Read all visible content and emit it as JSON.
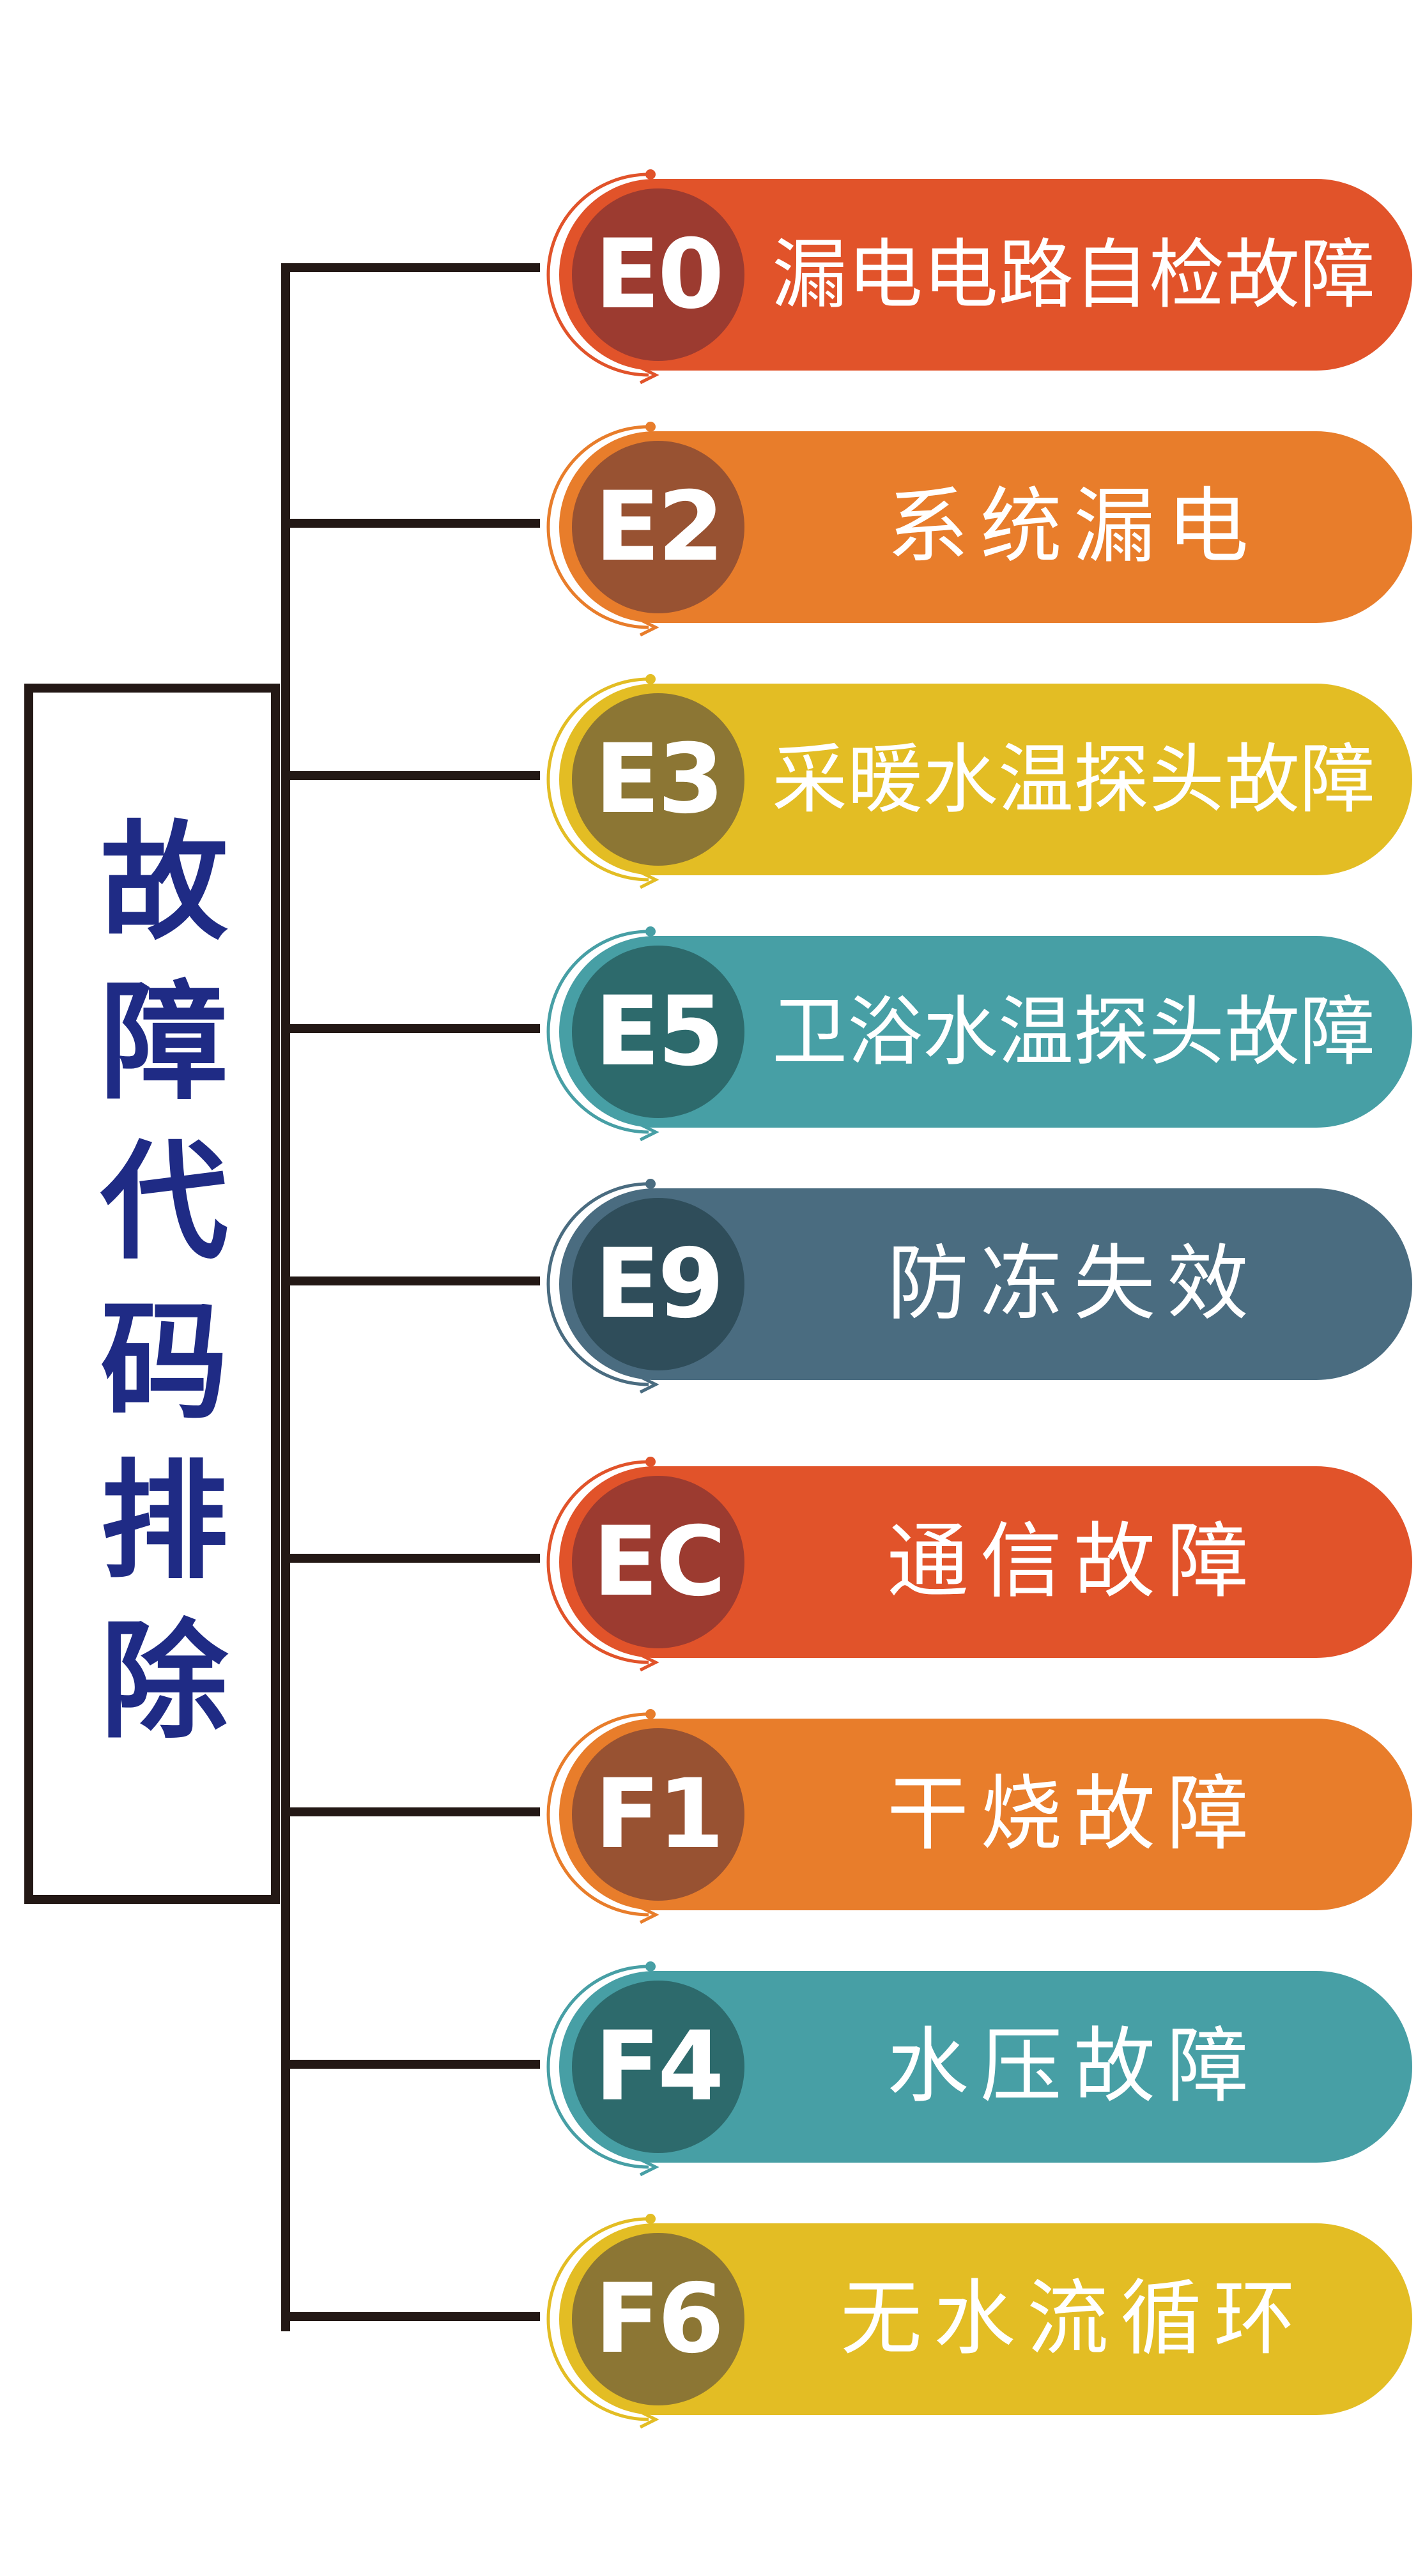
{
  "title": "故障代码排除",
  "rows": [
    {
      "code": "E0",
      "label": "漏电电路自检故障",
      "pill": "#e1532a",
      "circle": "#9c3b30",
      "accent": "#e1532a"
    },
    {
      "code": "E2",
      "label": "系统漏电",
      "pill": "#e87d2b",
      "circle": "#985232",
      "accent": "#e87d2b"
    },
    {
      "code": "E3",
      "label": "采暖水温探头故障",
      "pill": "#e3bd24",
      "circle": "#8c7634",
      "accent": "#e3bd24"
    },
    {
      "code": "E5",
      "label": "卫浴水温探头故障",
      "pill": "#479fa5",
      "circle": "#2d6a6c",
      "accent": "#479fa5"
    },
    {
      "code": "E9",
      "label": "防冻失效",
      "pill": "#4a6c80",
      "circle": "#2f4d5a",
      "accent": "#4a6c80"
    },
    {
      "code": "EC",
      "label": "通信故障",
      "pill": "#e1532a",
      "circle": "#9c3b30",
      "accent": "#e1532a"
    },
    {
      "code": "F1",
      "label": "干烧故障",
      "pill": "#e87d2b",
      "circle": "#985232",
      "accent": "#e87d2b"
    },
    {
      "code": "F4",
      "label": "水压故障",
      "pill": "#479fa5",
      "circle": "#2d6a6c",
      "accent": "#479fa5"
    },
    {
      "code": "F6",
      "label": "无水流循环",
      "pill": "#e3bd24",
      "circle": "#8c7634",
      "accent": "#e3bd24"
    }
  ]
}
